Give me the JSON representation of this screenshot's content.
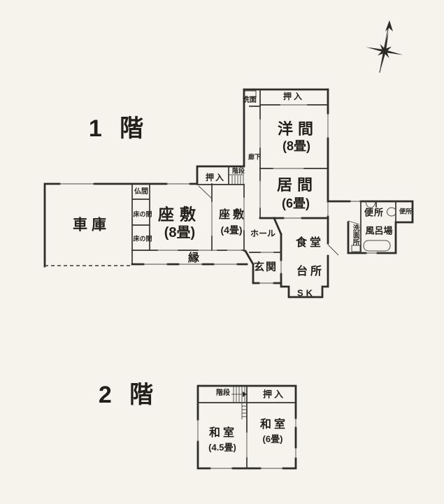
{
  "colors": {
    "background": "#f5f3ec",
    "wall": "#2e2c28",
    "text": "#221f1b"
  },
  "floor1": {
    "label": "1 階",
    "rooms": {
      "senmen": "洗面",
      "oshiire_top": "押入",
      "yoma": "洋間",
      "yoma_size": "(8畳)",
      "roka": "廊下",
      "ima": "居間",
      "ima_size": "(6畳)",
      "oshiire": "押入",
      "kaidan": "階段",
      "butsuma": "仏間",
      "tokonoma_upper": "床の間",
      "tokonoma_lower": "床の間",
      "zashiki8": "座敷",
      "zashiki8_size": "(8畳)",
      "zashiki4": "座敷",
      "zashiki4_size": "(4畳)",
      "shako": "車庫",
      "en": "縁",
      "hall": "ホール",
      "genkan": "玄関",
      "shokudo": "食堂",
      "daidokoro": "台所",
      "sk": "SK",
      "benjo_left": "便所",
      "benjo_right": "便所",
      "senmenjo": "洗面所",
      "furoba": "風呂場"
    }
  },
  "floor2": {
    "label": "2 階",
    "rooms": {
      "kaidan": "階段",
      "oshiire": "押入",
      "washitsu_45": "和室",
      "washitsu_45_size": "(4.5畳)",
      "washitsu_6": "和室",
      "washitsu_6_size": "(6畳)"
    }
  },
  "icons": {
    "compass": "north-arrow-8-point-star",
    "stairs_arrow": "right-arrow",
    "bathtub": "bathtub-outline",
    "toilet": "toilet-bowl-oval",
    "urinal": "urinal-arc",
    "sink": "washbasin-rect",
    "washing_machine": "washer-rect",
    "stairs": "stair-treads"
  }
}
